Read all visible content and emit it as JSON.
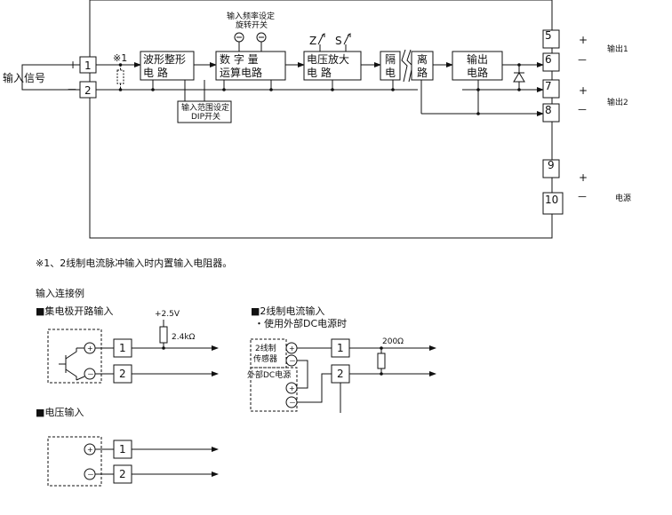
{
  "input_signal_label": "输入信号",
  "plus": "+",
  "minus": "－",
  "note_mark": "※1",
  "terminals": [
    "1",
    "2",
    "5",
    "6",
    "7",
    "8",
    "9",
    "10"
  ],
  "blocks": {
    "waveform": [
      "波形整形",
      "电    路"
    ],
    "digital": [
      "数  字  量",
      "运算电路"
    ],
    "voltage_amp": [
      "电压放大",
      "电    路"
    ],
    "isolation_left": [
      "隔",
      "电"
    ],
    "isolation_right": [
      "离",
      "路"
    ],
    "output": [
      "输出",
      "电路"
    ]
  },
  "pot_z": "Z",
  "pot_s": "S",
  "freq_switch_label": [
    "输入频率设定",
    "旋转开关"
  ],
  "dip_switch_label": [
    "输入范围设定",
    "DIP开关"
  ],
  "output1_label": "输出1",
  "output2_label": "输出2",
  "power_label": "电源",
  "footnote": "※1、2线制电流脉冲输入时内置输入电阻器。",
  "connection_title": "输入连接例",
  "open_collector_title": "■集电极开路输入",
  "supply_voltage": "+2.5V",
  "pullup_resistor": "2.4kΩ",
  "two_wire_title": "■2线制电流输入",
  "external_dc_note": "・使用外部DC电源时",
  "two_wire_sensor": [
    "2线制",
    "传感器"
  ],
  "external_dc_source": "外部DC电源",
  "shunt_resistor": "200Ω",
  "voltage_input_title": "■电压输入"
}
